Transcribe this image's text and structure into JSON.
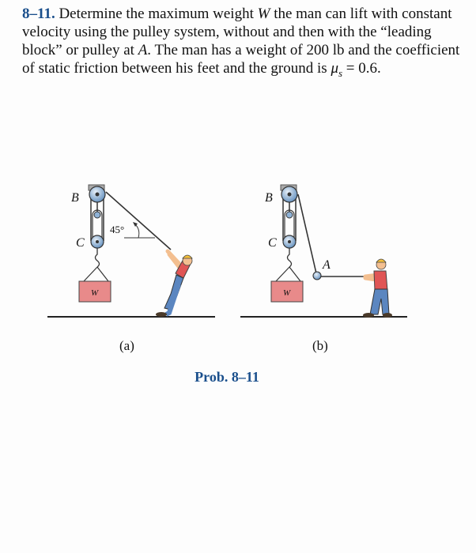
{
  "problem": {
    "number": "8–11.",
    "text_1": "Determine the maximum weight ",
    "var_W": "W",
    "text_2": " the man can lift with constant velocity using the pulley system, without and then with the “leading block” or pulley at ",
    "var_A": "A",
    "text_3": ". The man has a weight of 200 lb and the coefficient of static friction between his feet and the ground is ",
    "mu": "μ",
    "mu_sub": "s",
    "text_4": " = 0.6."
  },
  "figure": {
    "label_B": "B",
    "label_C": "C",
    "label_A": "A",
    "angle": "45°",
    "weight": "W",
    "sub_a": "(a)",
    "sub_b": "(b)"
  },
  "caption": "Prob. 8–11",
  "colors": {
    "accent": "#1a4f8c",
    "pulley": "#6a96c4",
    "box": "#e88a8a",
    "shirt": "#e05555",
    "pants": "#5b86c0",
    "skin": "#f3bf90",
    "hat": "#f5c03a"
  }
}
